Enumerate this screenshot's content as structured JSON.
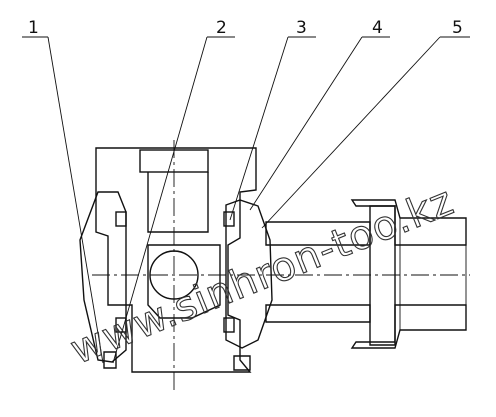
{
  "callouts": [
    {
      "id": "1",
      "label": "1"
    },
    {
      "id": "2",
      "label": "2"
    },
    {
      "id": "3",
      "label": "3"
    },
    {
      "id": "4",
      "label": "4"
    },
    {
      "id": "5",
      "label": "5"
    }
  ],
  "watermark": "www.sinhron-too.kz",
  "colors": {
    "ink": "#111111",
    "background": "#ffffff",
    "watermark": "#333333"
  }
}
